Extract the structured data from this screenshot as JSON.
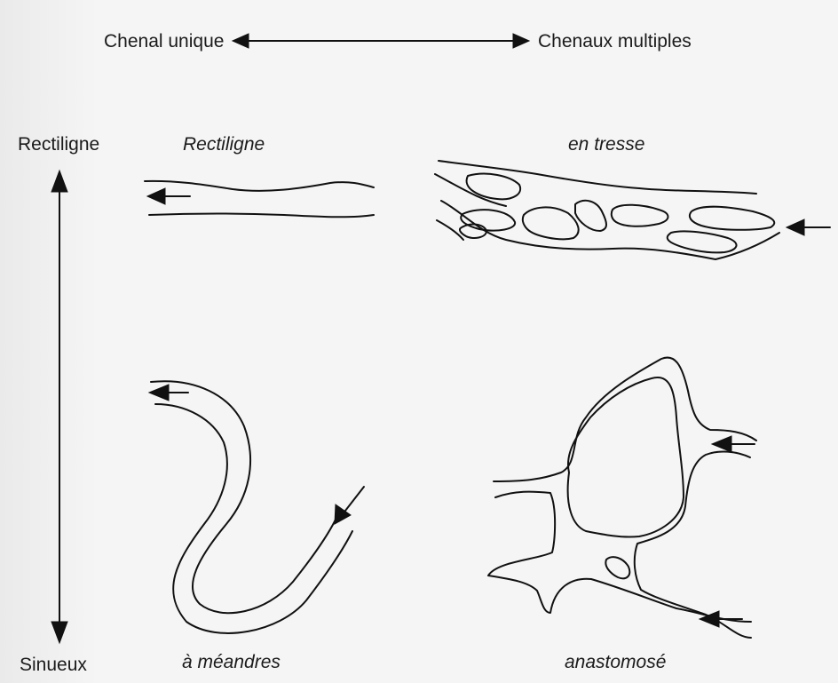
{
  "axes": {
    "left_label": "Chenal unique",
    "right_label": "Chenaux multiples",
    "top_label": "Rectiligne",
    "bottom_label": "Sinueux"
  },
  "patterns": {
    "straight": "Rectiligne",
    "braided": "en tresse",
    "meandering": "à méandres",
    "anastomosing": "anastomosé"
  }
}
